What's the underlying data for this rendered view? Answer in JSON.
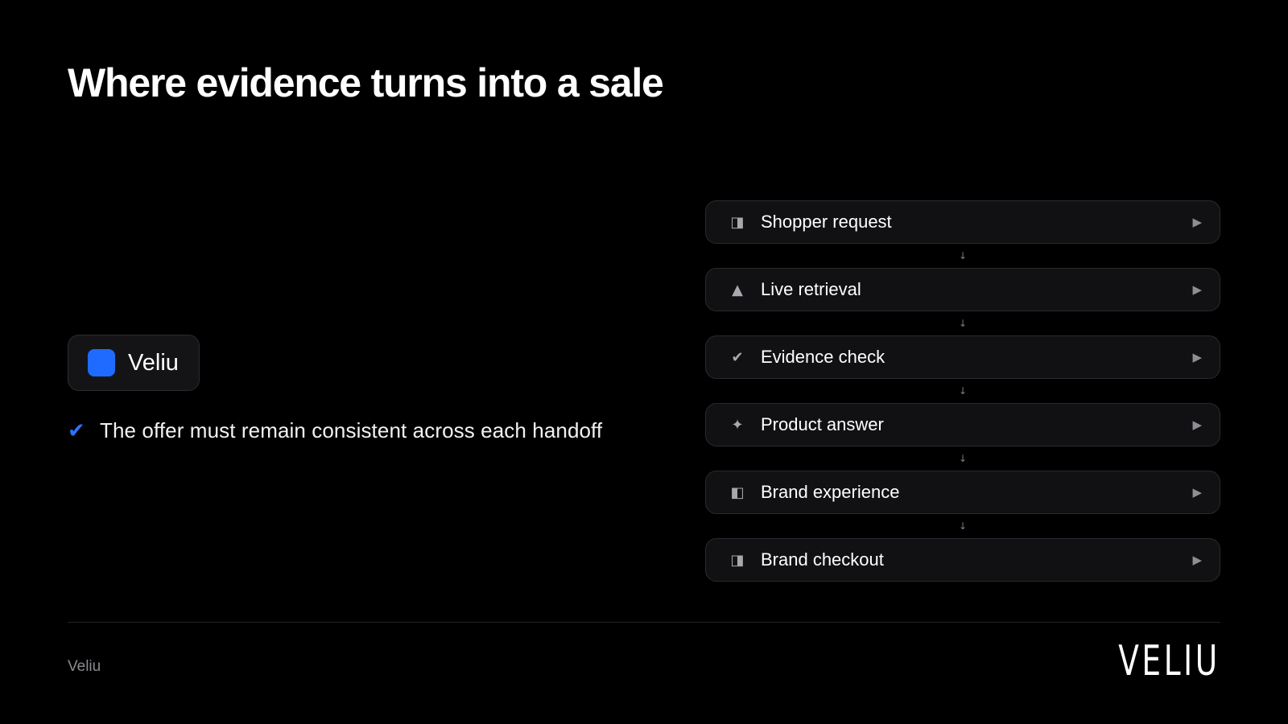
{
  "slide": {
    "title": "Where evidence turns into a sale"
  },
  "brand_chip": {
    "label": "Veliu",
    "color": "#1f6bff"
  },
  "claim": {
    "icon": "checkmark-icon",
    "text": "The offer must remain consistent across each handoff"
  },
  "flow": {
    "connector_glyph": "↓",
    "steps": [
      {
        "label": "Shopper request",
        "icon": "panel-icon",
        "glyph": "◨",
        "action": "▶"
      },
      {
        "label": "Live retrieval",
        "icon": "triangle-icon",
        "glyph": "▲",
        "action": "▶"
      },
      {
        "label": "Evidence check",
        "icon": "checkmark-icon",
        "glyph": "✔",
        "action": "▶"
      },
      {
        "label": "Product answer",
        "icon": "sparkle-icon",
        "glyph": "✦",
        "action": "▶"
      },
      {
        "label": "Brand experience",
        "icon": "panel-left-icon",
        "glyph": "◧",
        "action": "▶"
      },
      {
        "label": "Brand checkout",
        "icon": "panel-icon",
        "glyph": "◨",
        "action": "▶"
      }
    ]
  },
  "footer": {
    "label": "Veliu",
    "logo": "VELIU"
  }
}
